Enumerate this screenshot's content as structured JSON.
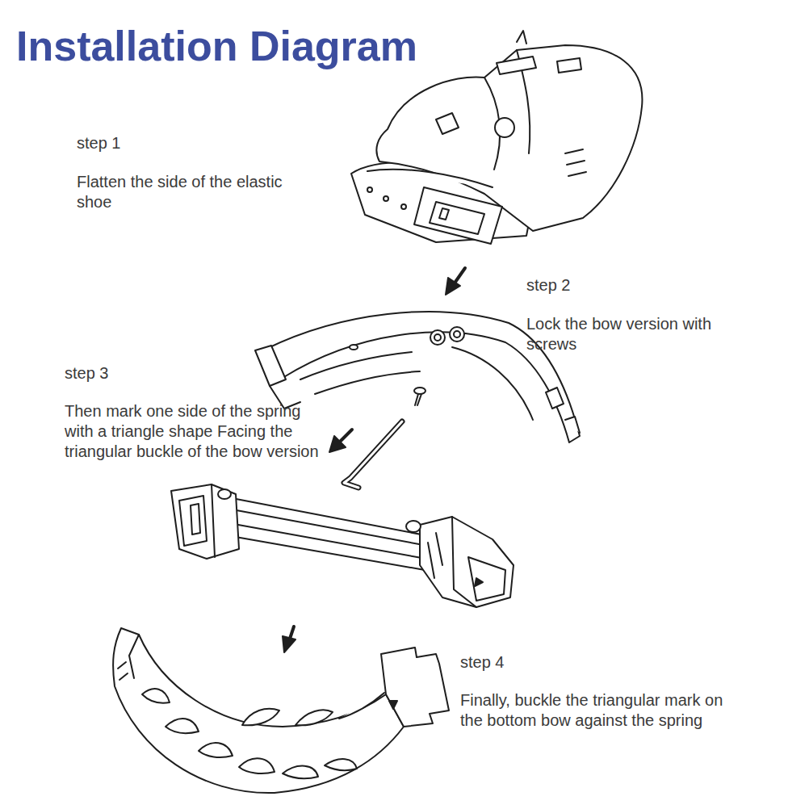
{
  "diagram": {
    "title": "Installation Diagram",
    "labels": [
      "step 1",
      "Flatten the side of the elastic shoe",
      "step 2",
      "Lock the bow version with screws",
      "step 3",
      "Then mark one side of the spring with a triangle shape Facing the triangular buckle of the bow version",
      "step 4",
      "Finally, buckle the triangular mark on the bottom bow against the spring"
    ]
  }
}
